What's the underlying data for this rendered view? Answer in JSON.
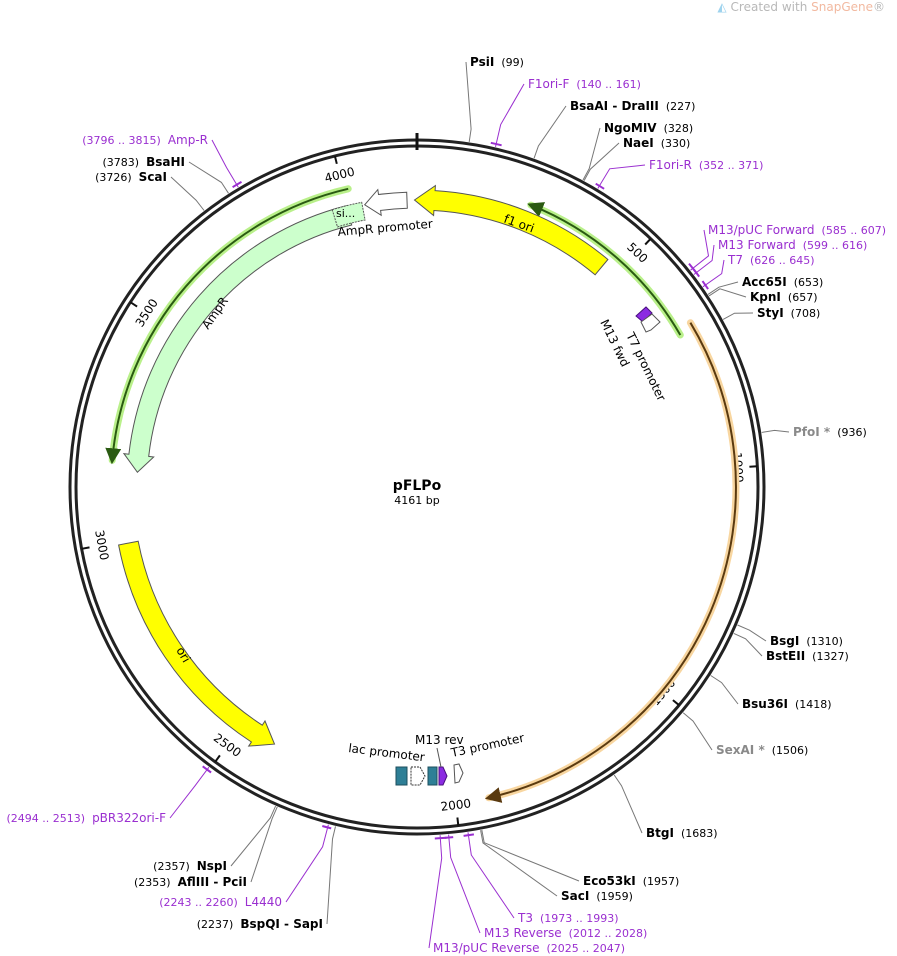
{
  "watermark": {
    "prefix": "Created with ",
    "brand": "SnapGene",
    "suffix": "®"
  },
  "plasmid": {
    "name": "pFLPo",
    "length": "4161 bp"
  },
  "ticks": [
    "500",
    "1000",
    "1500",
    "2000",
    "2500",
    "3000",
    "3500",
    "4000"
  ],
  "features": {
    "f1_ori": "f1 ori",
    "ampr": "AmpR",
    "ampr_promoter": "AmpR promoter",
    "signal": "si...",
    "ori": "ori",
    "t7_promoter": "T7 promoter",
    "m13_fwd": "M13 fwd",
    "lac_promoter": "lac promoter",
    "m13_rev": "M13 rev",
    "t3_promoter": "T3 promoter"
  },
  "labels": [
    {
      "kind": "site",
      "name": "PsiI",
      "pos": "(99)"
    },
    {
      "kind": "primer",
      "name": "F1ori-F",
      "pos": "(140 .. 161)"
    },
    {
      "kind": "site",
      "name": "BsaAI - DraIII",
      "pos": "(227)"
    },
    {
      "kind": "site",
      "name": "NgoMIV",
      "pos": "(328)"
    },
    {
      "kind": "site",
      "name": "NaeI",
      "pos": "(330)"
    },
    {
      "kind": "primer",
      "name": "F1ori-R",
      "pos": "(352 .. 371)"
    },
    {
      "kind": "primer",
      "name": "M13/pUC Forward",
      "pos": "(585 .. 607)"
    },
    {
      "kind": "primer",
      "name": "M13 Forward",
      "pos": "(599 .. 616)"
    },
    {
      "kind": "primer",
      "name": "T7",
      "pos": "(626 .. 645)"
    },
    {
      "kind": "site",
      "name": "Acc65I",
      "pos": "(653)"
    },
    {
      "kind": "site",
      "name": "KpnI",
      "pos": "(657)"
    },
    {
      "kind": "site",
      "name": "StyI",
      "pos": "(708)"
    },
    {
      "kind": "gray",
      "name": "PfoI *",
      "pos": "(936)"
    },
    {
      "kind": "site",
      "name": "BsgI",
      "pos": "(1310)"
    },
    {
      "kind": "site",
      "name": "BstEII",
      "pos": "(1327)"
    },
    {
      "kind": "site",
      "name": "Bsu36I",
      "pos": "(1418)"
    },
    {
      "kind": "gray",
      "name": "SexAI *",
      "pos": "(1506)"
    },
    {
      "kind": "site",
      "name": "BtgI",
      "pos": "(1683)"
    },
    {
      "kind": "site",
      "name": "Eco53kI",
      "pos": "(1957)"
    },
    {
      "kind": "site",
      "name": "SacI",
      "pos": "(1959)"
    },
    {
      "kind": "primer",
      "name": "T3",
      "pos": "(1973 .. 1993)"
    },
    {
      "kind": "primer",
      "name": "M13 Reverse",
      "pos": "(2012 .. 2028)"
    },
    {
      "kind": "primer",
      "name": "M13/pUC Reverse",
      "pos": "(2025 .. 2047)"
    },
    {
      "kind": "primer",
      "name": "Amp-R",
      "pos": "(3796 .. 3815)"
    },
    {
      "kind": "site",
      "name": "BsaHI",
      "pos": "(3783)"
    },
    {
      "kind": "site",
      "name": "ScaI",
      "pos": "(3726)"
    },
    {
      "kind": "primer",
      "name": "pBR322ori-F",
      "pos": "(2494 .. 2513)"
    },
    {
      "kind": "site",
      "name": "NspI",
      "pos": "(2357)"
    },
    {
      "kind": "site",
      "name": "AflIII - PciI",
      "pos": "(2353)"
    },
    {
      "kind": "primer",
      "name": "L4440",
      "pos": "(2243 .. 2260)"
    },
    {
      "kind": "site",
      "name": "BspQI - SapI",
      "pos": "(2237)"
    }
  ]
}
